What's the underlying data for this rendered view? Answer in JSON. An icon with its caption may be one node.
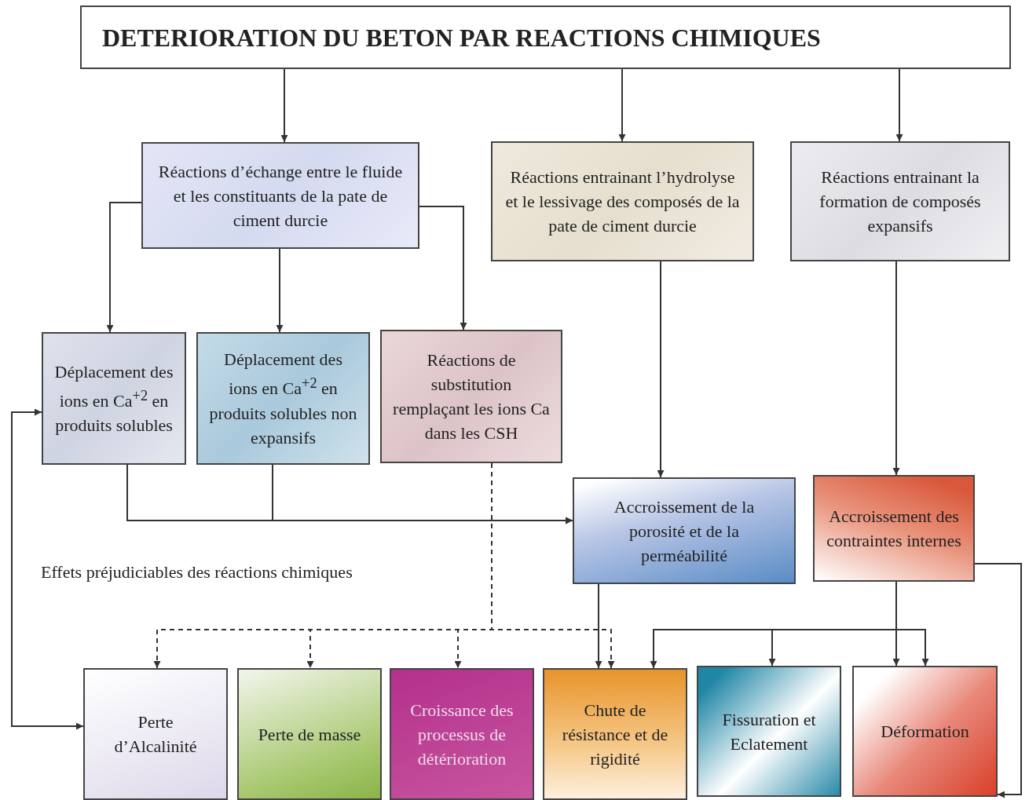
{
  "diagram": {
    "nodes": [
      {
        "text": [
          "DETERIORATION DU BETON PAR REACTIONS CHIMIQUES"
        ]
      },
      {
        "text": [
          "Réactions d’échange entre le fluide et les constituants de la pate de ciment durcie"
        ]
      },
      {
        "text": [
          "Réactions entrainant l’hydrolyse et le lessivage des composés de la pate de ciment durcie"
        ]
      },
      {
        "text": [
          "Réactions entrainant la formation de composés expansifs"
        ]
      },
      {
        "text": [
          "Déplacement des ions en Ca$^{+2}$ en produits solubles"
        ]
      },
      {
        "text": [
          "Déplacement des ions en Ca$^{+2}$ en produits solubles non expansifs"
        ]
      },
      {
        "text": [
          "Réactions de substitution remplaçant les ions Ca dans les CSH"
        ]
      },
      {
        "text": [
          "Accroissement de la porosité et de la perméabilité"
        ]
      },
      {
        "text": [
          "Accroissement des contraintes internes"
        ]
      },
      {
        "text": [
          "Perte d’Alcalinité"
        ]
      },
      {
        "text": [
          "Perte de masse"
        ]
      },
      {
        "text": [
          "Croissance des processus de détérioration"
        ]
      },
      {
        "text": [
          "Chute de résistance et de rigidité"
        ]
      },
      {
        "text": [
          "Fissuration et Eclatement"
        ]
      },
      {
        "text": [
          "Déformation"
        ]
      }
    ],
    "edges": [
      {
        "from": 0,
        "to": 1,
        "arrow": "to"
      },
      {
        "from": 0,
        "to": 2,
        "arrow": "to"
      },
      {
        "from": 0,
        "to": 3,
        "arrow": "to"
      },
      {
        "from": 1,
        "to": 4,
        "arrow": "to"
      },
      {
        "from": 1,
        "to": 5,
        "arrow": "to"
      },
      {
        "from": 1,
        "to": 6,
        "arrow": "to"
      },
      {
        "from": 2,
        "to": 7,
        "arrow": "to"
      },
      {
        "from": 3,
        "to": 8,
        "arrow": "to"
      },
      {
        "from": 4,
        "to": 7,
        "arrow": "to"
      },
      {
        "from": 5,
        "to": 7,
        "arrow": "to"
      },
      {
        "from": 6,
        "to": 9,
        "arrow": "to",
        "style": "dashed"
      },
      {
        "from": 6,
        "to": 10,
        "arrow": "to",
        "style": "dashed"
      },
      {
        "from": 6,
        "to": 11,
        "arrow": "to",
        "style": "dashed"
      },
      {
        "from": 6,
        "to": 12,
        "arrow": "to",
        "style": "dashed"
      },
      {
        "from": 7,
        "to": 12,
        "arrow": "to"
      },
      {
        "from": 8,
        "to": 12,
        "arrow": "to"
      },
      {
        "from": 8,
        "to": 13,
        "arrow": "to"
      },
      {
        "from": 8,
        "to": 14,
        "arrow": "to"
      },
      {
        "from": 8,
        "to": 14,
        "arrow": "to"
      },
      {
        "from": 8,
        "to": 14,
        "arrow": "to"
      },
      {
        "from": 9,
        "to": 4,
        "arrow": "both"
      }
    ],
    "labels": [
      "Effets préjudiciables des réactions chimiques"
    ]
  }
}
